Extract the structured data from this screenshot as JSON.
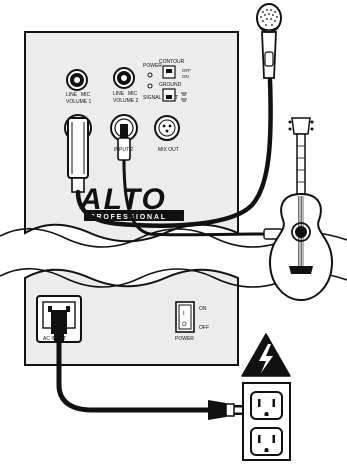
{
  "controls": {
    "volume1_line": "LINE",
    "volume1_mic": "MIC",
    "volume1_label": "VOLUME 1",
    "volume2_line": "LINE",
    "volume2_mic": "MIC",
    "volume2_label": "VOLUME 2",
    "power_label": "POWER",
    "signal_limit_label": "SIGNAL / LIMIT",
    "contour_label": "CONTOUR",
    "contour_off": "OFF",
    "contour_on": "ON",
    "ground_label": "GROUND",
    "input2_label": "INPUT 2",
    "mix_out_label": "MIX OUT"
  },
  "branding": {
    "logo_text": "ALTO",
    "sub_text": "PROFESSIONAL"
  },
  "power_panel": {
    "switch_on": "ON",
    "switch_off": "OFF",
    "switch_top_mark": "I",
    "switch_bottom_mark": "O",
    "switch_label": "POWER",
    "ac_input_label": "AC INPUT"
  },
  "icons": [
    "microphone-icon",
    "acoustic-guitar-icon",
    "high-voltage-warning-icon",
    "wall-outlet-icon"
  ],
  "colors": {
    "panel": "#ececec",
    "lines": "#111111",
    "background": "#ffffff"
  }
}
